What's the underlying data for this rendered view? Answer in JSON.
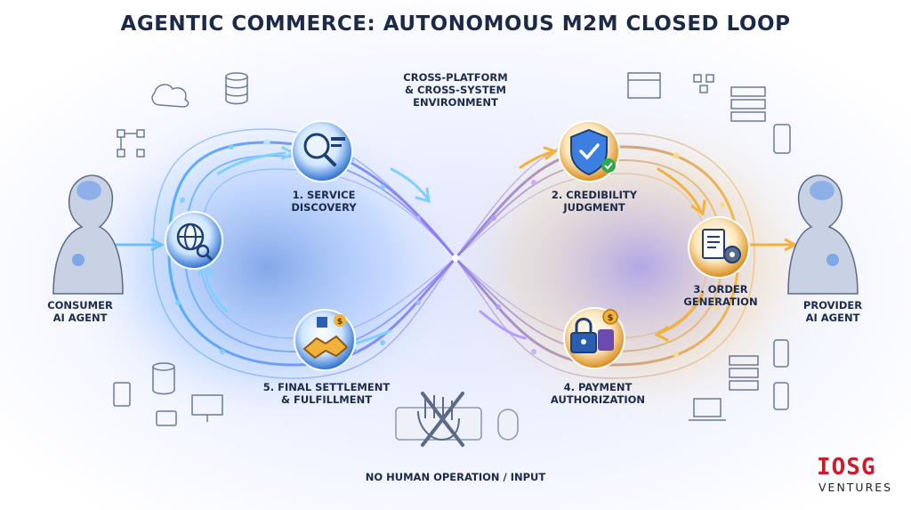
{
  "title": "AGENTIC COMMERCE: AUTONOMOUS M2M CLOSED LOOP",
  "environment": [
    "CROSS-PLATFORM",
    "& CROSS-SYSTEM",
    "ENVIRONMENT"
  ],
  "steps": [
    {
      "lines": [
        "1. SERVICE",
        "DISCOVERY"
      ],
      "icon": "magnifier-icon"
    },
    {
      "lines": [
        "2. CREDIBILITY",
        "JUDGMENT"
      ],
      "icon": "shield-check-icon"
    },
    {
      "lines": [
        "3. ORDER",
        "GENERATION"
      ],
      "icon": "document-gear-icon"
    },
    {
      "lines": [
        "4. PAYMENT",
        "AUTHORIZATION"
      ],
      "icon": "padlock-wallet-icon"
    },
    {
      "lines": [
        "5. FINAL SETTLEMENT",
        "& FULFILLMENT"
      ],
      "icon": "handshake-icon"
    }
  ],
  "consumer": [
    "CONSUMER",
    "AI AGENT"
  ],
  "provider": [
    "PROVIDER",
    "AI AGENT"
  ],
  "footer": "NO HUMAN OPERATION / INPUT",
  "logo": {
    "mark": "IOSG",
    "sub": "VENTURES"
  },
  "colors": {
    "blue": "#3fa2ff",
    "gold": "#f2b13a",
    "purple": "#8b6fe0",
    "navy": "#1c2a4a",
    "red": "#c81e2c"
  }
}
